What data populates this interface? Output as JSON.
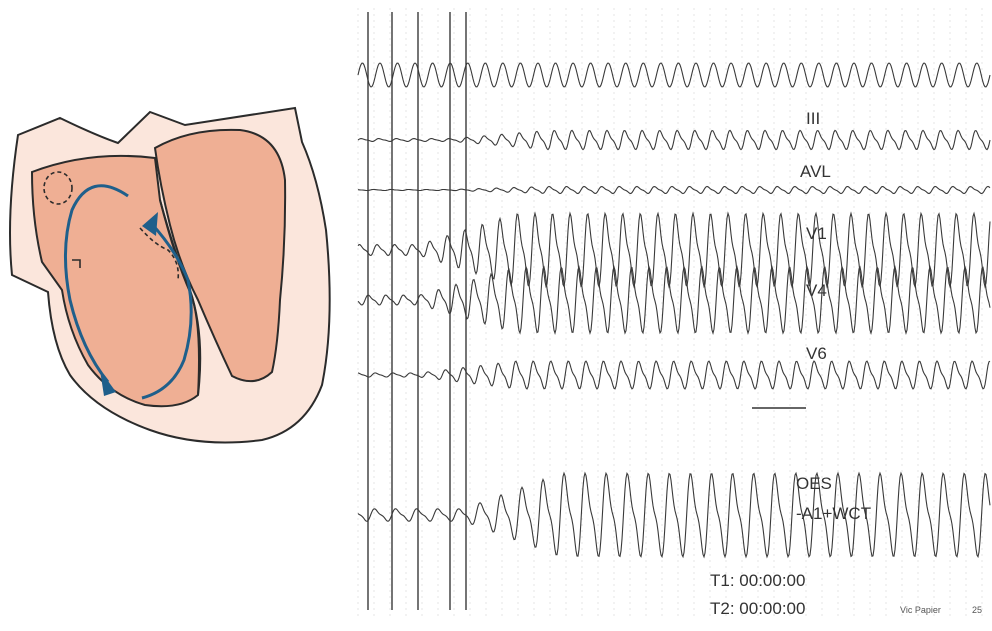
{
  "ecg": {
    "leads": [
      {
        "label": "III",
        "cycles": 36,
        "amp": 11,
        "phase": 0.0,
        "onset": 0.3
      },
      {
        "label": "AVL",
        "cycles": 36,
        "amp": 4,
        "phase": 0.3,
        "onset": 0.3
      },
      {
        "label": "V1",
        "cycles": 36,
        "amp": 42,
        "phase": 0.1,
        "onset": 0.25
      },
      {
        "label": "V4",
        "cycles": 36,
        "amp": 38,
        "phase": 0.6,
        "onset": 0.25
      },
      {
        "label": "V6",
        "cycles": 36,
        "amp": 16,
        "phase": 0.2,
        "onset": 0.25
      },
      {
        "label": "OES",
        "cycles": 30,
        "amp": 48,
        "phase": 0.4,
        "onset": 0.32
      }
    ],
    "annotation": "-A1+WCT",
    "timers": [
      "T1: 00:00:00",
      "T2: 00:00:00"
    ],
    "footer": {
      "signature": "Vic Papier",
      "page": "25"
    }
  },
  "heart": {
    "fill_tissue": "#fbe6dc",
    "fill_chamber": "#efaf94",
    "stroke": "#2b2b2b",
    "arrow": "#1f5f8b"
  }
}
